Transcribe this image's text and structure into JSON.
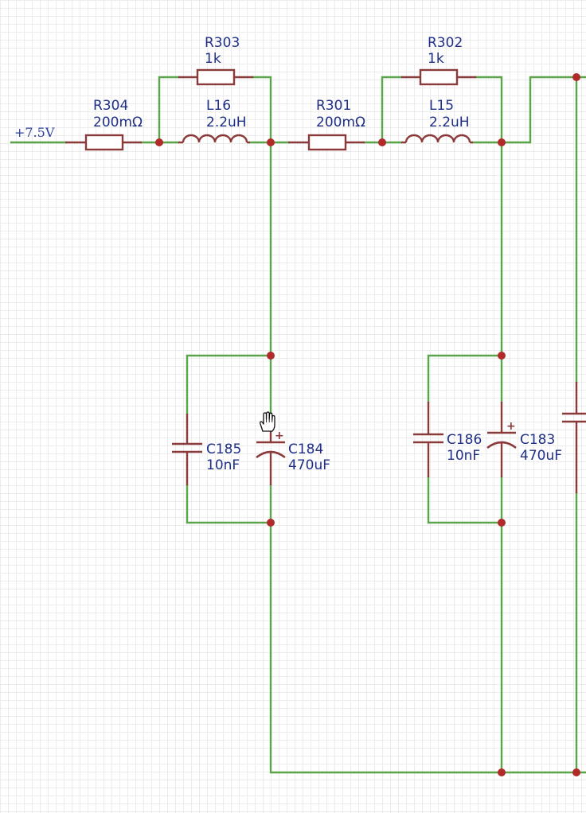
{
  "net_label": "+7.5V",
  "components": {
    "R304": {
      "ref": "R304",
      "value": "200mΩ"
    },
    "R303": {
      "ref": "R303",
      "value": "1k"
    },
    "L16": {
      "ref": "L16",
      "value": "2.2uH"
    },
    "R301": {
      "ref": "R301",
      "value": "200mΩ"
    },
    "R302": {
      "ref": "R302",
      "value": "1k"
    },
    "L15": {
      "ref": "L15",
      "value": "2.2uH"
    },
    "C185": {
      "ref": "C185",
      "value": "10nF"
    },
    "C184": {
      "ref": "C184",
      "value": "470uF"
    },
    "C186": {
      "ref": "C186",
      "value": "10nF"
    },
    "C183": {
      "ref": "C183",
      "value": "470uF"
    }
  },
  "polarity_mark": "+",
  "colors": {
    "wire": "#5aa44a",
    "component": "#8b3a3a",
    "junction": "#b02a2a",
    "label": "#1f2f88",
    "grid": "#ececec"
  },
  "cursor_icon": "hand-pointer-icon"
}
